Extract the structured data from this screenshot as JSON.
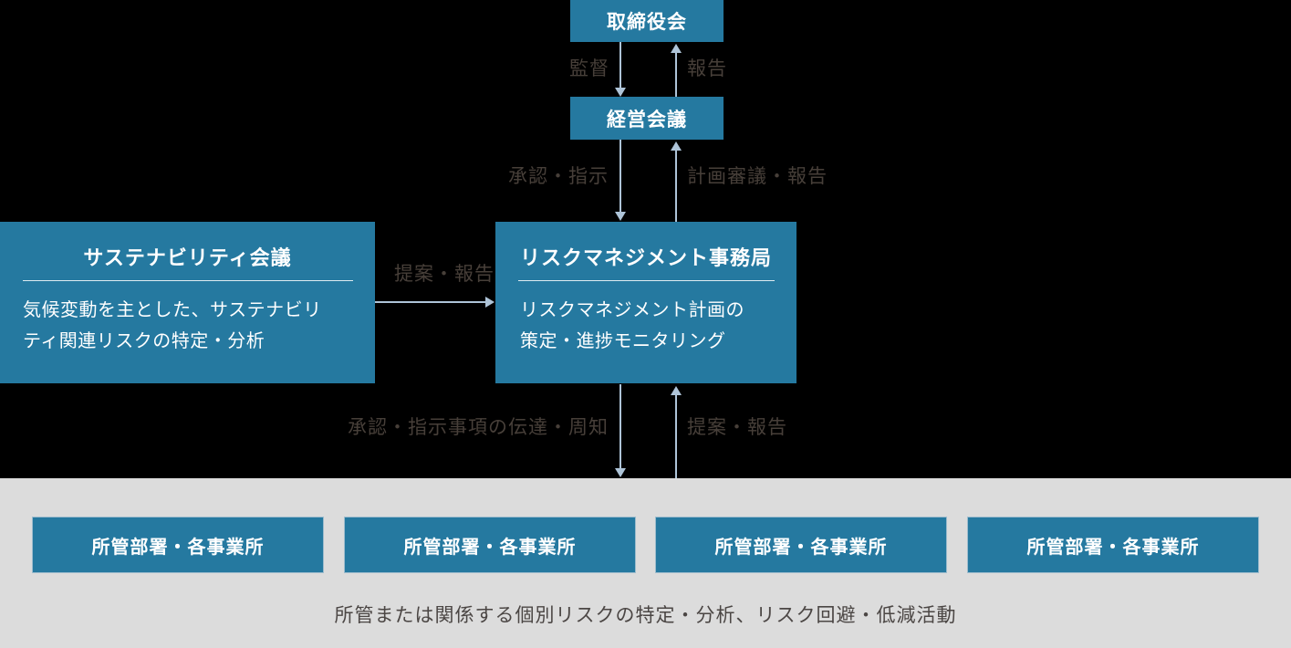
{
  "colors": {
    "background": "#000000",
    "node_fill": "#2579a0",
    "node_text": "#ffffff",
    "arrow": "#aec4d8",
    "edge_label_text": "#473f39",
    "band_background": "#dcdcdc",
    "caption_text": "#4b4644",
    "dept_border": "#9dbccd"
  },
  "nodes": {
    "board": {
      "label": "取締役会"
    },
    "management_meeting": {
      "label": "経営会議"
    },
    "sustainability_meeting": {
      "title": "サステナビリティ会議",
      "body": [
        "気候変動を主とした、サステナビリ",
        "ティ関連リスクの特定・分析"
      ]
    },
    "risk_management_office": {
      "title": "リスクマネジメント事務局",
      "body": [
        "リスクマネジメント計画の",
        "策定・進捗モニタリング"
      ]
    },
    "departments": {
      "label": "所管部署・各事業所",
      "count": 4
    }
  },
  "edge_labels": {
    "supervision": "監督",
    "report": "報告",
    "approval_instruction": "承認・指示",
    "plan_review_report": "計画審議・報告",
    "proposal_report": "提案・報告",
    "transmission": "承認・指示事項の伝達・周知",
    "proposal_report_bottom": "提案・報告"
  },
  "caption": "所管または関係する個別リスクの特定・分析、リスク回避・低減活動"
}
